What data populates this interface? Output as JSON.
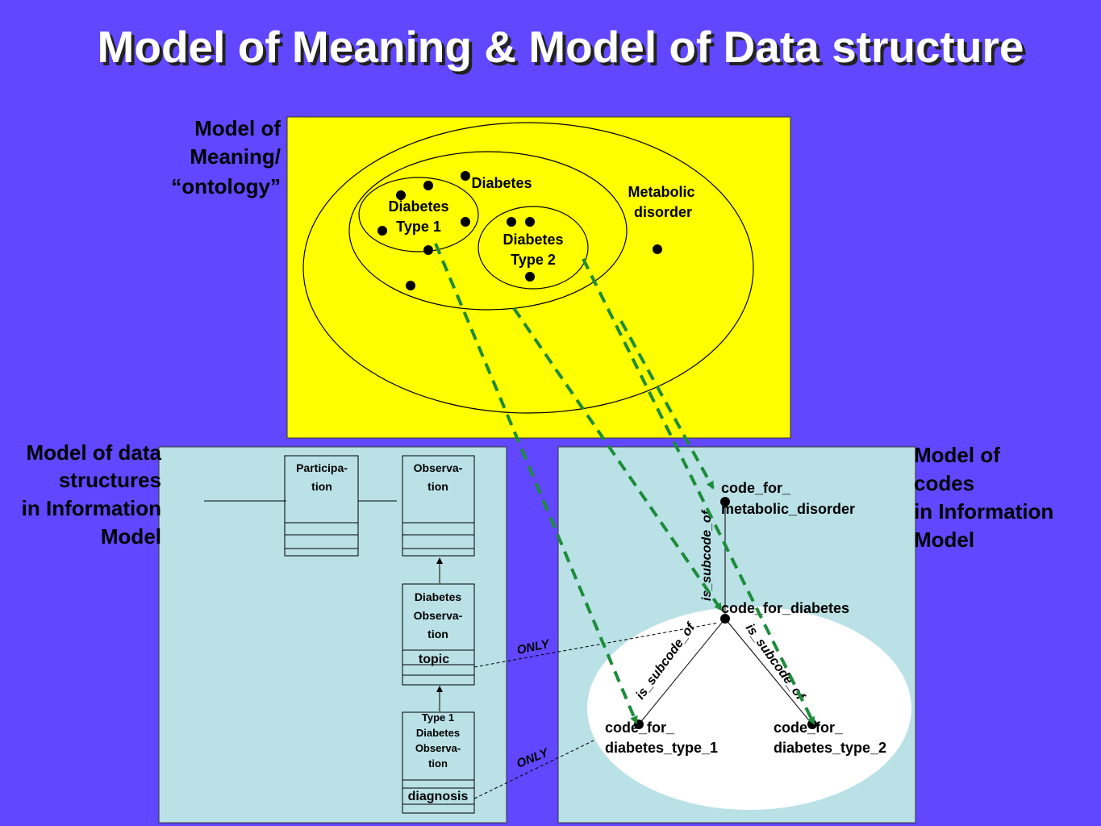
{
  "slide": {
    "title": "Model of Meaning & Model of Data structure",
    "colors": {
      "background": "#6147ff",
      "ontology_panel": "#ffff00",
      "info_panel": "#b9e1e6",
      "arrow": "#1c8c3a"
    }
  },
  "ontology": {
    "side_label": [
      "Model of",
      "Meaning/",
      "“ontology”"
    ],
    "sets": {
      "metabolic": [
        "Metabolic",
        "disorder"
      ],
      "diabetes": "Diabetes",
      "type1": [
        "Diabetes",
        "Type 1"
      ],
      "type2": [
        "Diabetes",
        "Type 2"
      ]
    }
  },
  "data_structures": {
    "side_label": [
      "Model of data",
      "structures",
      "in Information",
      "Model"
    ],
    "classes": {
      "participation": [
        "Participa-",
        "tion"
      ],
      "observation": [
        "Observa-",
        "tion"
      ],
      "diabetes_observation": [
        "Diabetes",
        "Observa-",
        "tion"
      ],
      "topic_attr": "topic",
      "type1_observation": [
        "Type 1",
        "Diabetes",
        "Observa-",
        "tion"
      ],
      "diagnosis_attr": "diagnosis"
    },
    "constraint_label": "ONLY"
  },
  "codes": {
    "side_label": [
      "Model of",
      "codes",
      "in Information",
      "Model"
    ],
    "nodes": {
      "metabolic": [
        "code_for_",
        "metabolic_disorder"
      ],
      "diabetes": "code_for_diabetes",
      "type1": [
        "code_for_",
        "diabetes_type_1"
      ],
      "type2": [
        "code_for_",
        "diabetes_type_2"
      ]
    },
    "relation_label": "is_subcode_of"
  }
}
